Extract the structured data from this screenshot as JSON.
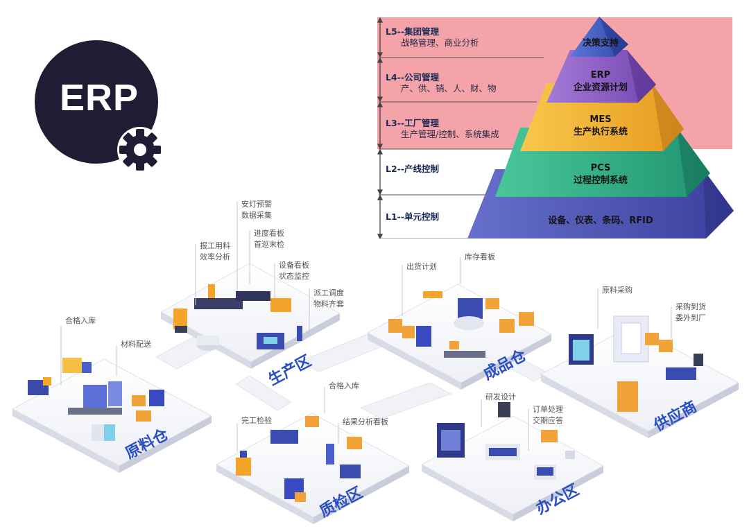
{
  "badge": {
    "text": "ERP",
    "icon": "gear-icon",
    "bg_color": "#1f1c33"
  },
  "pyramid": {
    "levels": [
      {
        "code": "L5--集团管理",
        "desc": "战略管理、商业分析",
        "layer_top": "",
        "layer_bottom": "决策支持",
        "color": "#4a64c8"
      },
      {
        "code": "L4--公司管理",
        "desc": "产、供、销、人、财、物",
        "layer_top": "ERP",
        "layer_bottom": "企业资源计划",
        "color": "#8f62c2"
      },
      {
        "code": "L3--工厂管理",
        "desc": "生产管理/控制、系统集成",
        "layer_top": "MES",
        "layer_bottom": "生产执行系统",
        "color": "#f2b436"
      },
      {
        "code": "L2--产线控制",
        "desc": "",
        "layer_top": "PCS",
        "layer_bottom": "过程控制系统",
        "color": "#34b28a"
      },
      {
        "code": "L1--单元控制",
        "desc": "",
        "layer_top": "",
        "layer_bottom": "设备、仪表、条码、RFID",
        "color": "#4d58b8"
      }
    ],
    "highlight_color": "#f2a0a6"
  },
  "zones": [
    {
      "name": "原料仓",
      "labels": [
        "合格入库",
        "材料配送"
      ]
    },
    {
      "name": "生产区",
      "labels": [
        "报工用料",
        "效率分析",
        "安灯预警",
        "数据采集",
        "进度看板",
        "首巡末检",
        "设备看板",
        "状态监控",
        "派工调度",
        "物料齐套"
      ]
    },
    {
      "name": "质检区",
      "labels": [
        "完工检验",
        "合格入库",
        "结果分析看板"
      ]
    },
    {
      "name": "成品仓",
      "labels": [
        "出货计划",
        "库存看板"
      ]
    },
    {
      "name": "办公区",
      "labels": [
        "研发设计",
        "订单处理",
        "交期应答"
      ]
    },
    {
      "name": "供应商",
      "labels": [
        "原料采购",
        "采购到货",
        "委外到厂"
      ]
    }
  ]
}
